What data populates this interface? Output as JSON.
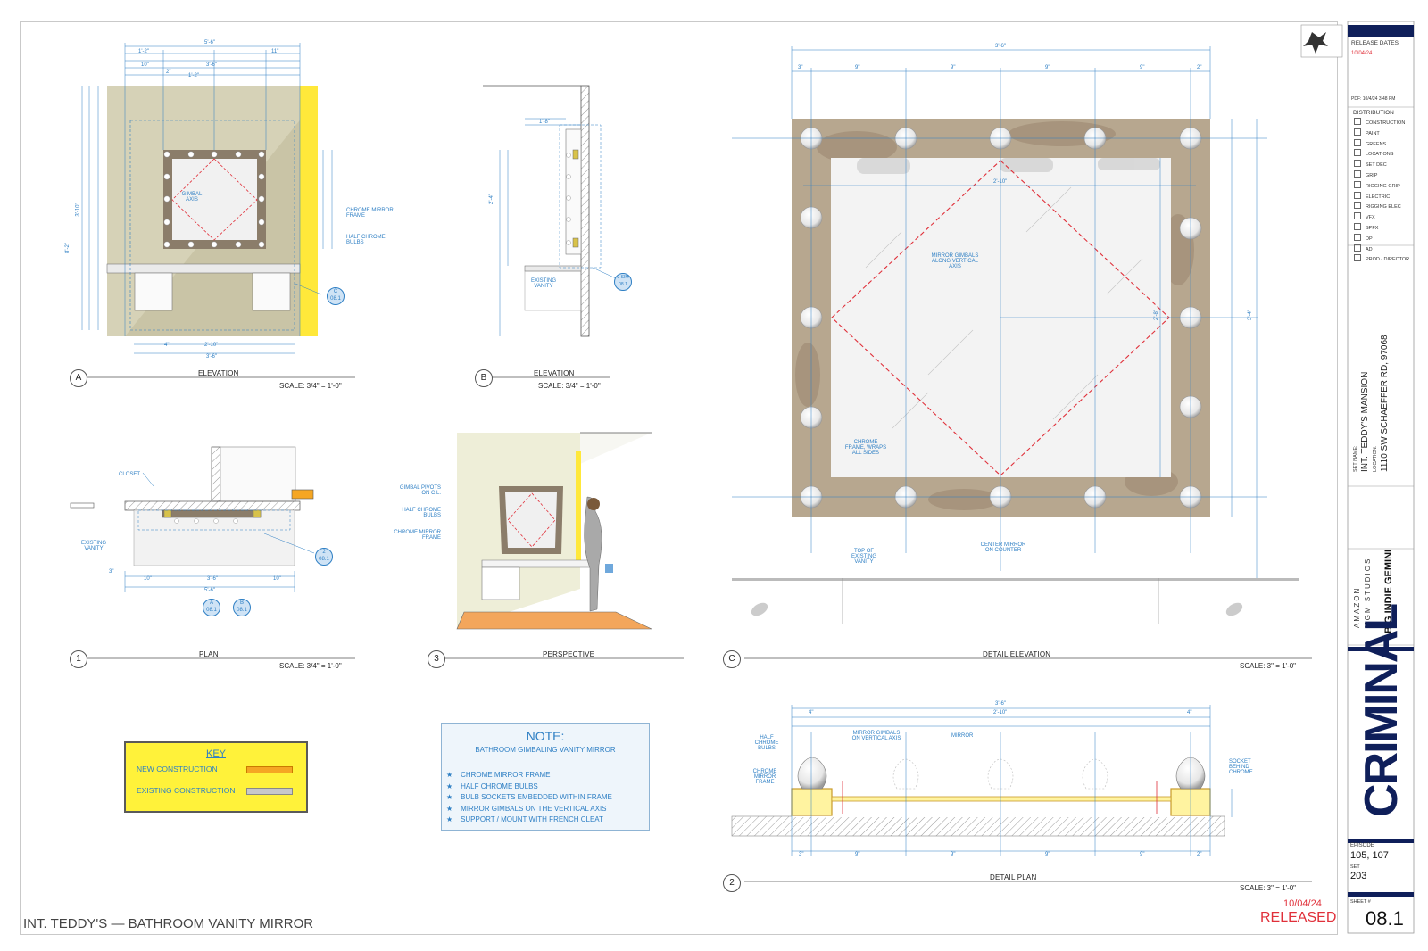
{
  "sheet": {
    "title": "INT. TEDDY'S — BATHROOM VANITY MIRROR",
    "release_date": "10/04/24",
    "release_status": "RELEASED"
  },
  "views": {
    "a": {
      "id": "A",
      "title": "ELEVATION",
      "scale": "SCALE: 3/4\"  =  1'-0\""
    },
    "b": {
      "id": "B",
      "title": "ELEVATION",
      "scale": "SCALE: 3/4\"  =  1'-0\""
    },
    "c": {
      "id": "C",
      "title": "DETAIL ELEVATION",
      "scale": "SCALE: 3\"  =  1'-0\""
    },
    "plan": {
      "id": "1",
      "title": "PLAN",
      "scale": "SCALE: 3/4\"  =  1'-0\""
    },
    "perspective": {
      "id": "3",
      "title": "PERSPECTIVE"
    },
    "detail_plan": {
      "id": "2",
      "title": "DETAIL PLAN",
      "scale": "SCALE: 3\"  =  1'-0\""
    }
  },
  "annotations": {
    "gimbal_axis": "GIMBAL AXIS",
    "chrome_mirror_frame": "CHROME MIRROR FRAME",
    "half_chrome_bulbs": "HALF CHROME BULBS",
    "existing_vanity": "EXISTING VANITY",
    "closet": "CLOSET",
    "gimbal_pivots": "GIMBAL PIVOTS ON C.L.",
    "mirror_gimbals_along": "MIRROR GIMBALS ALONG VERTICAL AXIS",
    "chrome_frame_wraps": "CHROME FRAME, WRAPS ALL SIDES",
    "top_of_existing_vanity": "TOP OF EXISTING VANITY",
    "center_mirror": "CENTER MIRROR ON COUNTER",
    "mirror_gimbals_on": "MIRROR GIMBALS ON VERTICAL AXIS",
    "mirror": "MIRROR",
    "socket_behind_chrome": "SOCKET BEHIND CHROME",
    "ref_c": "C",
    "ref_c_sheet": "08.1",
    "ref_2sim": "2 SIM",
    "ref_2sim_sheet": "08.1",
    "ref_2": "2",
    "ref_2_sheet": "08.1",
    "ref_a": "A",
    "ref_b": "B",
    "ref_a_sheet": "08.1"
  },
  "dims": {
    "d5_6": "5'-6\"",
    "d3_6": "3'-6\"",
    "d1_2": "1'-2\"",
    "d11": "11\"",
    "d10": "10\"",
    "d2": "2\"",
    "d1_2b": "1'-2\"",
    "d2_10": "2'-10\"",
    "d4": "4\"",
    "d3_10": "3'-10\"",
    "d8_2": "8'-2\"",
    "d1_8": "1'-8\"",
    "d2_4": "2'-4\"",
    "d9": "9\"",
    "d3": "3\"",
    "d3_4": "3'-4\"",
    "d2_8": "2'-8\""
  },
  "key": {
    "title": "KEY",
    "new_construction": "NEW CONSTRUCTION",
    "existing_construction": "EXISTING CONSTRUCTION",
    "new_color": "#f5a623",
    "existing_color": "#c8c8c8"
  },
  "note": {
    "title": "NOTE:",
    "subtitle": "BATHROOM GIMBALING VANITY MIRROR",
    "items": [
      "CHROME MIRROR FRAME",
      "HALF CHROME BULBS",
      "BULB SOCKETS EMBEDDED WITHIN FRAME",
      "MIRROR GIMBALS ON THE VERTICAL AXIS",
      "SUPPORT / MOUNT WITH FRENCH CLEAT"
    ]
  },
  "title_block": {
    "release_dates_label": "RELEASE DATES",
    "release_date_red": "10/04/24",
    "pdf_line": "PDF: 10/4/24 3:48 PM",
    "distribution_label": "DISTRIBUTION",
    "distribution": [
      "CONSTRUCTION",
      "PAINT",
      "GREENS",
      "LOCATIONS",
      "SET DEC",
      "GRIP",
      "RIGGING GRIP",
      "ELECTRIC",
      "RIGGING ELEC",
      "VFX",
      "SPFX",
      "DP",
      "AD",
      "PROD / DIRECTOR"
    ],
    "set_name_label": "SET NAME:",
    "set_name": "INT. TEDDY'S MANSION",
    "location_label": "LOCATION:",
    "location": "1110 SW SCHAEFFER RD, 97068",
    "studio_amazon": "AMAZON",
    "studio_mgm": "MGM STUDIOS",
    "studio_partner": "BIG INDIE GEMINI",
    "show": "CRIMINAL",
    "episode_label": "EPISODE",
    "episode": "105, 107",
    "set_label": "SET",
    "set": "203",
    "sheet_label": "SHEET #",
    "sheet_number": "08.1",
    "brand_accent": "#0f1f5a"
  }
}
